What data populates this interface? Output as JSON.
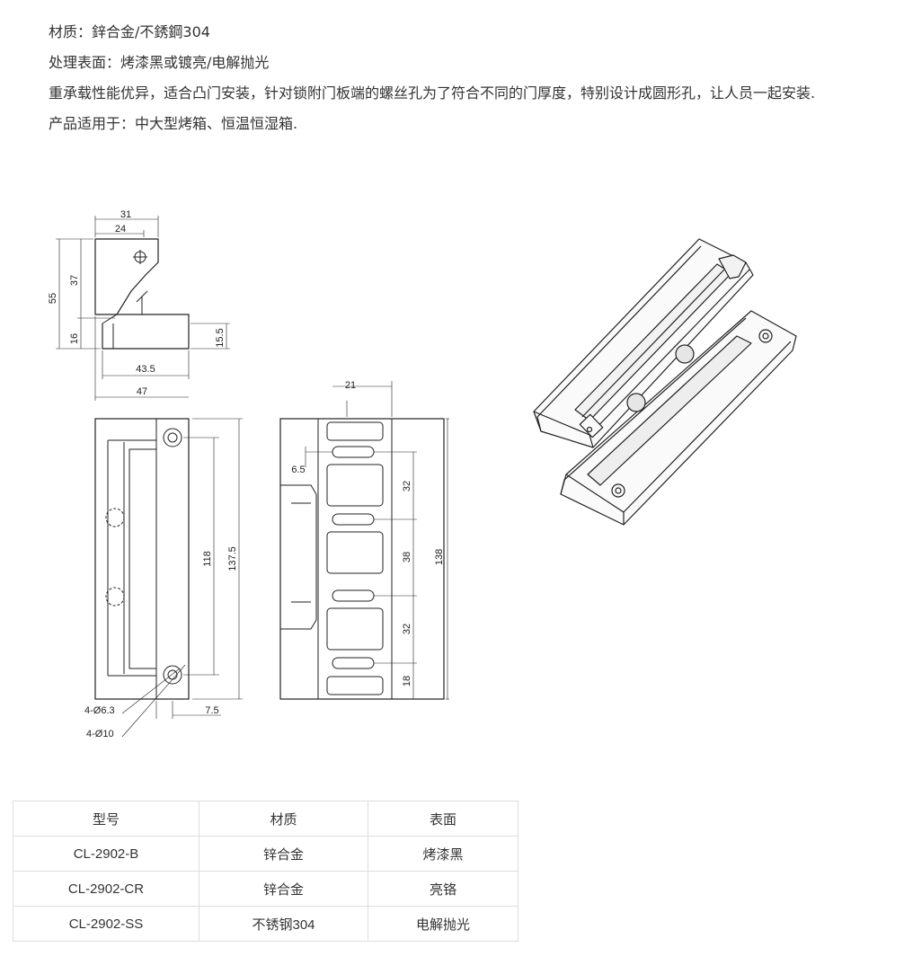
{
  "description": {
    "material": "材质：鋅合金/不銹鋼304",
    "surface": "处理表面：烤漆黑或镀亮/电解抛光",
    "features": "重承载性能优异，适合凸门安装，针对锁附门板端的螺丝孔为了符合不同的门厚度，特别设计成圆形孔，让人员一起安装.",
    "application": "产品适用于：中大型烤箱、恒温恒湿箱."
  },
  "drawing_dims": {
    "side_width_top": "31",
    "side_width_inner": "24",
    "side_height_total": "55",
    "side_height_upper": "37",
    "side_height_lower": "16",
    "side_height_base": "15.5",
    "side_base_inner": "43.5",
    "side_base_total": "47",
    "front_hole_spacing": "118",
    "front_total_height": "137.5",
    "front_small_hole": "4-Ø6.3",
    "front_large_hole": "4-Ø10",
    "front_offset": "7.5",
    "back_width": "21",
    "back_slot": "6.5",
    "back_pitch_1": "32",
    "back_pitch_2": "38",
    "back_pitch_3": "32",
    "back_bottom": "18",
    "back_total": "138"
  },
  "spec_table": {
    "headers": [
      "型号",
      "材质",
      "表面"
    ],
    "rows": [
      [
        "CL-2902-B",
        "锌合金",
        "烤漆黑"
      ],
      [
        "CL-2902-CR",
        "锌合金",
        "亮铬"
      ],
      [
        "CL-2902-SS",
        "不锈钢304",
        "电解抛光"
      ]
    ]
  }
}
